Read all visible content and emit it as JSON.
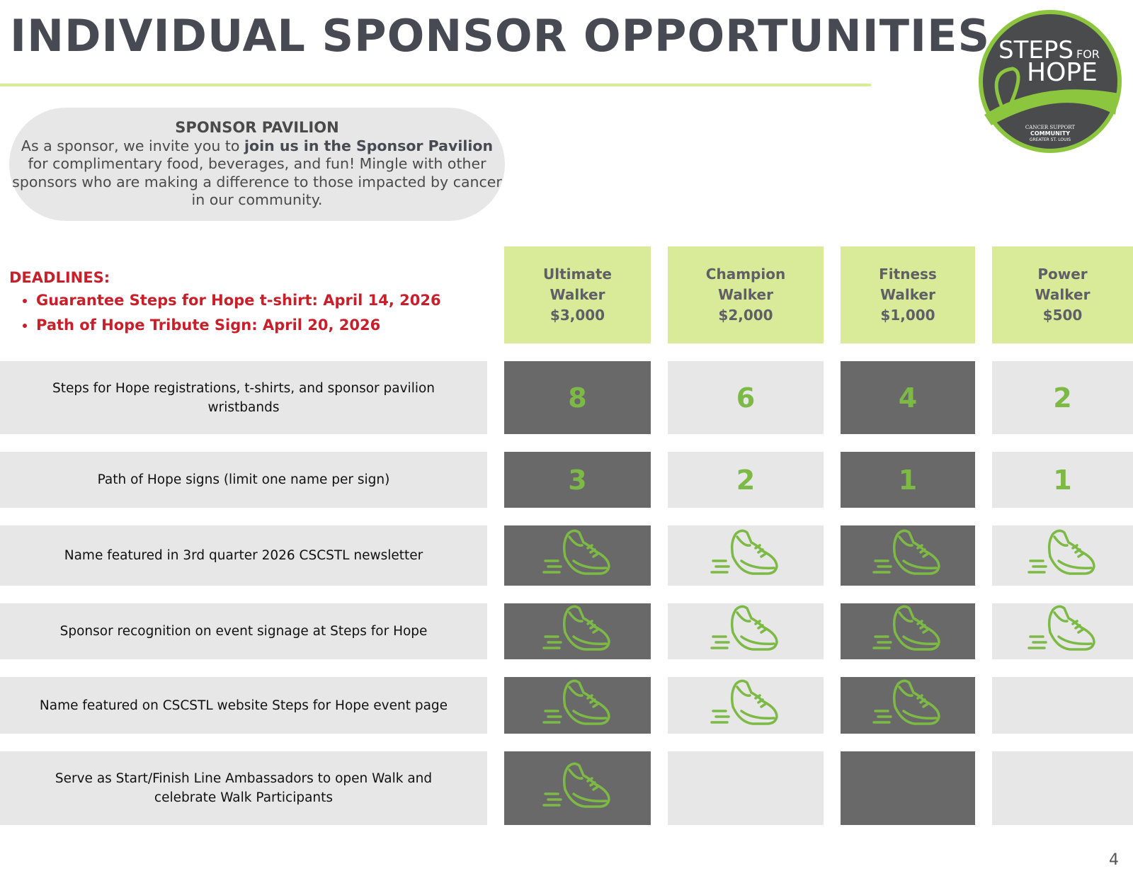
{
  "title": "INDIVIDUAL SPONSOR OPPORTUNITIES",
  "logo": {
    "line1": "STEPS",
    "line1b": "FOR",
    "line2": "HOPE",
    "org1": "CANCER SUPPORT",
    "org2": "COMMUNITY",
    "org3": "GREATER ST. LOUIS"
  },
  "pavilion": {
    "heading": "SPONSOR PAVILION",
    "text_before": "As a sponsor, we invite you to ",
    "text_bold": "join us in the Sponsor Pavilion",
    "text_after": " for complimentary food, beverages, and fun! Mingle with other sponsors who are making a difference to those impacted by cancer in our community."
  },
  "deadlines": {
    "heading": "DEADLINES:",
    "items": [
      "Guarantee Steps for Hope t-shirt: April 14, 2026",
      "Path of Hope Tribute Sign: April 20, 2026"
    ]
  },
  "tiers": [
    {
      "name1": "Ultimate",
      "name2": "Walker",
      "price": "$3,000"
    },
    {
      "name1": "Champion",
      "name2": "Walker",
      "price": "$2,000"
    },
    {
      "name1": "Fitness",
      "name2": "Walker",
      "price": "$1,000"
    },
    {
      "name1": "Power",
      "name2": "Walker",
      "price": "$500"
    }
  ],
  "benefits": [
    {
      "label": "Steps for Hope registrations, t-shirts, and sponsor pavilion wristbands",
      "values": [
        "8",
        "6",
        "4",
        "2"
      ]
    },
    {
      "label": "Path of Hope signs (limit one name per sign)",
      "values": [
        "3",
        "2",
        "1",
        "1"
      ]
    },
    {
      "label": "Name featured in 3rd quarter 2026 CSCSTL newsletter",
      "values": [
        "shoe-icon",
        "shoe-icon",
        "shoe-icon",
        "shoe-icon"
      ]
    },
    {
      "label": "Sponsor recognition on event signage at Steps for Hope",
      "values": [
        "shoe-icon",
        "shoe-icon",
        "shoe-icon",
        "shoe-icon"
      ]
    },
    {
      "label": "Name featured on CSCSTL website Steps for Hope event page",
      "values": [
        "shoe-icon",
        "shoe-icon",
        "shoe-icon",
        ""
      ]
    },
    {
      "label": "Serve as Start/Finish Line Ambassadors to open Walk and celebrate Walk Participants",
      "values": [
        "shoe-icon",
        "",
        "",
        ""
      ]
    }
  ],
  "colors": {
    "accent_green": "#7dba45",
    "header_green": "#d9ea98",
    "dark_cell": "#696969",
    "light_cell": "#e6e7e6",
    "deadline_red": "#c8202a"
  },
  "page_number": "4"
}
